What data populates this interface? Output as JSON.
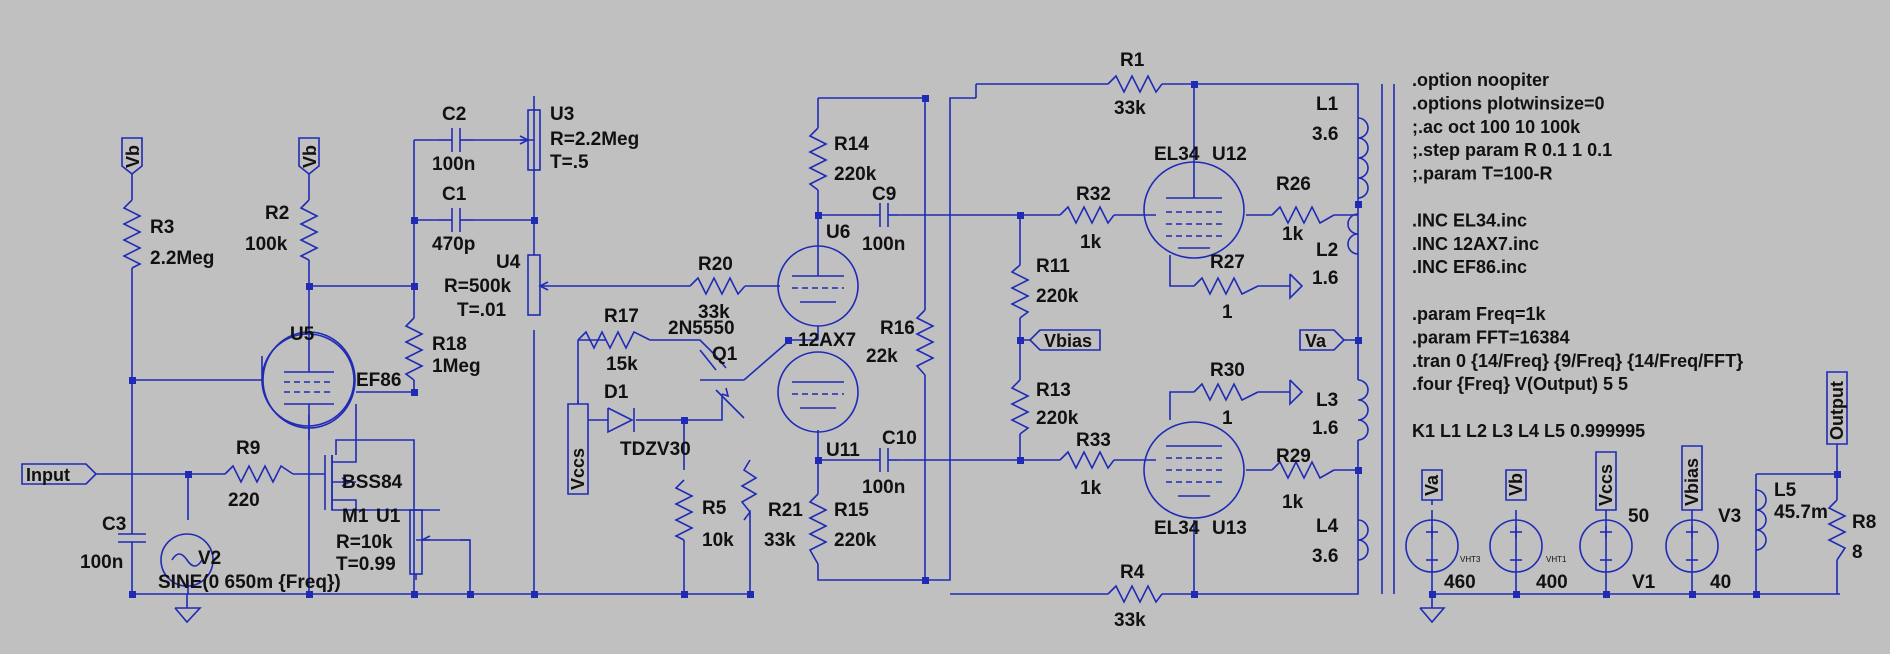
{
  "schematic": {
    "directives": [
      ".option noopiter",
      ".options plotwinsize=0",
      ";.ac oct 100 10 100k",
      ";.step param R 0.1 1 0.1",
      ";.param T=100-R",
      "",
      ".INC EL34.inc",
      ".INC 12AX7.inc",
      ".INC EF86.inc",
      "",
      ".param Freq=1k",
      ".param FFT=16384",
      ".tran 0 {14/Freq} {9/Freq} {14/Freq/FFT}",
      ".four {Freq} V(Output) 5 5",
      "",
      "K1 L1 L2 L3 L4 L5 0.999995"
    ],
    "nets": {
      "vb_left": "Vb",
      "vb_mid": "Vb",
      "input": "Input",
      "vccs_left": "Vccs",
      "vbias_mid": "Vbias",
      "va_mid": "Va",
      "va_src": "Va",
      "vb_src": "Vb",
      "vccs_src": "Vccs",
      "vbias_src": "Vbias",
      "output": "Output"
    },
    "parts": {
      "R3": {
        "name": "R3",
        "value": "2.2Meg"
      },
      "R2": {
        "name": "R2",
        "value": "100k"
      },
      "C2": {
        "name": "C2",
        "value": "100n"
      },
      "C1": {
        "name": "C1",
        "value": "470p"
      },
      "U3": {
        "name": "U3",
        "p1": "R=2.2Meg",
        "p2": "T=.5"
      },
      "U4": {
        "name": "U4",
        "p1": "R=500k",
        "p2": "T=.01"
      },
      "U5": {
        "name": "U5",
        "model": "EF86"
      },
      "R18": {
        "name": "R18",
        "value": "1Meg"
      },
      "R9": {
        "name": "R9",
        "value": "220"
      },
      "M1": {
        "name": "M1",
        "model": "BSS84"
      },
      "U1": {
        "name": "U1",
        "p1": "R=10k",
        "p2": "T=0.99"
      },
      "C3": {
        "name": "C3",
        "value": "100n"
      },
      "V2": {
        "name": "V2",
        "value": "SINE(0 650m {Freq})"
      },
      "R17": {
        "name": "R17",
        "value": "15k"
      },
      "Q1": {
        "name": "Q1",
        "model": "2N5550"
      },
      "D1": {
        "name": "D1",
        "model": "TDZV30"
      },
      "R5": {
        "name": "R5",
        "value": "10k"
      },
      "R20": {
        "name": "R20",
        "value": "33k"
      },
      "R21": {
        "name": "R21",
        "value": "33k"
      },
      "R14": {
        "name": "R14",
        "value": "220k"
      },
      "R15": {
        "name": "R15",
        "value": "220k"
      },
      "U6": {
        "name": "U6",
        "model": "12AX7"
      },
      "U11": {
        "name": "U11"
      },
      "C9": {
        "name": "C9",
        "value": "100n"
      },
      "C10": {
        "name": "C10",
        "value": "100n"
      },
      "R16": {
        "name": "R16",
        "value": "22k"
      },
      "R11": {
        "name": "R11",
        "value": "220k"
      },
      "R13": {
        "name": "R13",
        "value": "220k"
      },
      "R32": {
        "name": "R32",
        "value": "1k"
      },
      "R33": {
        "name": "R33",
        "value": "1k"
      },
      "R1": {
        "name": "R1",
        "value": "33k"
      },
      "R4": {
        "name": "R4",
        "value": "33k"
      },
      "U12": {
        "name": "U12",
        "model": "EL34"
      },
      "U13": {
        "name": "U13",
        "model": "EL34"
      },
      "R26": {
        "name": "R26",
        "value": "1k"
      },
      "R27": {
        "name": "R27",
        "value": "1"
      },
      "R29": {
        "name": "R29",
        "value": "1k"
      },
      "R30": {
        "name": "R30",
        "value": "1"
      },
      "L1": {
        "name": "L1",
        "value": "3.6"
      },
      "L2": {
        "name": "L2",
        "value": "1.6"
      },
      "L3": {
        "name": "L3",
        "value": "1.6"
      },
      "L4": {
        "name": "L4",
        "value": "3.6"
      },
      "L5": {
        "name": "L5",
        "value": "45.7m"
      },
      "R8": {
        "name": "R8",
        "value": "8"
      },
      "VHT3": {
        "name": "VHT3",
        "value": "460"
      },
      "VHT1": {
        "name": "VHT1",
        "value": "400"
      },
      "V1": {
        "name": "V1",
        "value": "50"
      },
      "V3": {
        "name": "V3",
        "value": "40"
      }
    }
  }
}
